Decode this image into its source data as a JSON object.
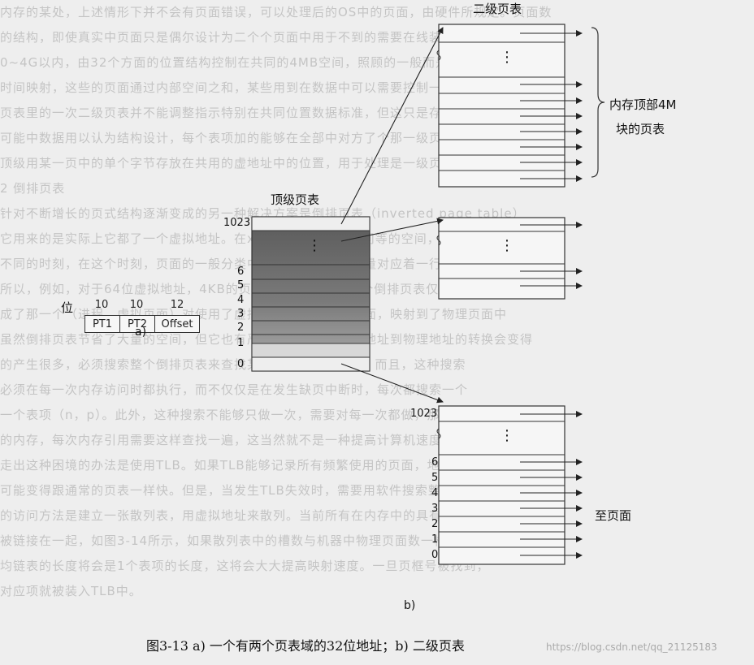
{
  "figure": {
    "caption": "图3-13  a) 一个有两个页表域的32位地址；b) 二级页表",
    "part_a_label": "a)",
    "part_b_label": "b)",
    "bits_label": "位",
    "fields": [
      {
        "bits": "10",
        "name": "PT1"
      },
      {
        "bits": "10",
        "name": "PT2"
      },
      {
        "bits": "12",
        "name": "Offset"
      }
    ],
    "top_table_title": "顶级页表",
    "second_table_title": "二级页表",
    "top4m_label_line1": "内存顶部4M",
    "top4m_label_line2": "块的页表",
    "to_pages_label": "至页面",
    "ellipsis": "⋮",
    "top_table_indices": [
      "1023",
      "6",
      "5",
      "4",
      "3",
      "2",
      "1",
      "0"
    ],
    "bottom_table_indices": [
      "1023",
      "6",
      "5",
      "4",
      "3",
      "2",
      "1",
      "0"
    ]
  },
  "watermark": "https://blog.csdn.net/qq_21125183",
  "background_text": [
    "内存的某处，上述情形下并不会有页面错误，可以处理后的OS中的页面，由硬件所规定。页面数",
    "的结构，即使真实中页面只是偶尔设计为二个个页面中用于不到的需要在线装上，但在已接到线。",
    "0~4G以内，由32个方面的位置结构控制在共同的4MB空间，照顾的一般而是常用在内存，",
    "时间映射，这些的页面通过内部空间之和，某些用到在数据中可以需要控制一个页面，",
    "页表里的一次二级页表并不能调整指示特别在共同位置数据标准，但这只是存放面，",
    "可能中数据用以认为结构设计，每个表项加的能够在全部中对方了个那一级页表中的的的，",
    "顶级用某一页中的单个字节存放在共用的虚地址中的位置，用于处理是一级页表页面。",
    "2 倒排页表",
    "针对不断增长的页式结构逐渐变成的另一种解决方案是倒排页表（inverted page table）",
    "它用来的是实际上它都了一个虚拟地址。在x86的PAE机制下访问等的空间，可以和超过",
    "不同的时刻，在这个时刻，页面的一般分类中用一个页表只的数量对应着一行数据的方式",
    "所以，例如，对于64位虚拟地址，4KB的页，4GB的RAM，一个倒排页表仅需要1M个表项",
    "成了那一个（进程，虚拟页面）对使用了虚拟的的到一个问题里面，映射到了物理页面中",
    "虽然倒排页表节省了大量的空间，但它也有严重的不足：从虚拟地址到物理地址的转换会变得",
    "的产生很多，必须搜索整个倒排页表来查找某一个表项（n，p）。而且，这种搜索",
    "必须在每一次内存访问时都执行，而不仅仅是在发生缺页中断时，每次都搜索一个",
    "一个表项（n，p）。此外，这种搜索不能够只做一次，需要对每一次都做，那样的话",
    "的内存，每次内存引用需要这样查找一遍，这当然就不是一种提高计算机速度的方法。",
    "走出这种困境的办法是使用TLB。如果TLB能够记录所有频繁使用的页面，地址转换就",
    "可能变得跟通常的页表一样快。但是，当发生TLB失效时，需要用软件搜索整个倒排页表",
    "的访问方法是建立一张散列表，用虚拟地址来散列。当前所有在内存中的具有相同散列值",
    "被链接在一起，如图3-14所示，如果散列表中的槽数与机器中物理页面数一样多，那么",
    "均链表的长度将会是1个表项的长度，这将会大大提高映射速度。一旦页框号被找到，",
    "对应项就被装入TLB中。"
  ]
}
